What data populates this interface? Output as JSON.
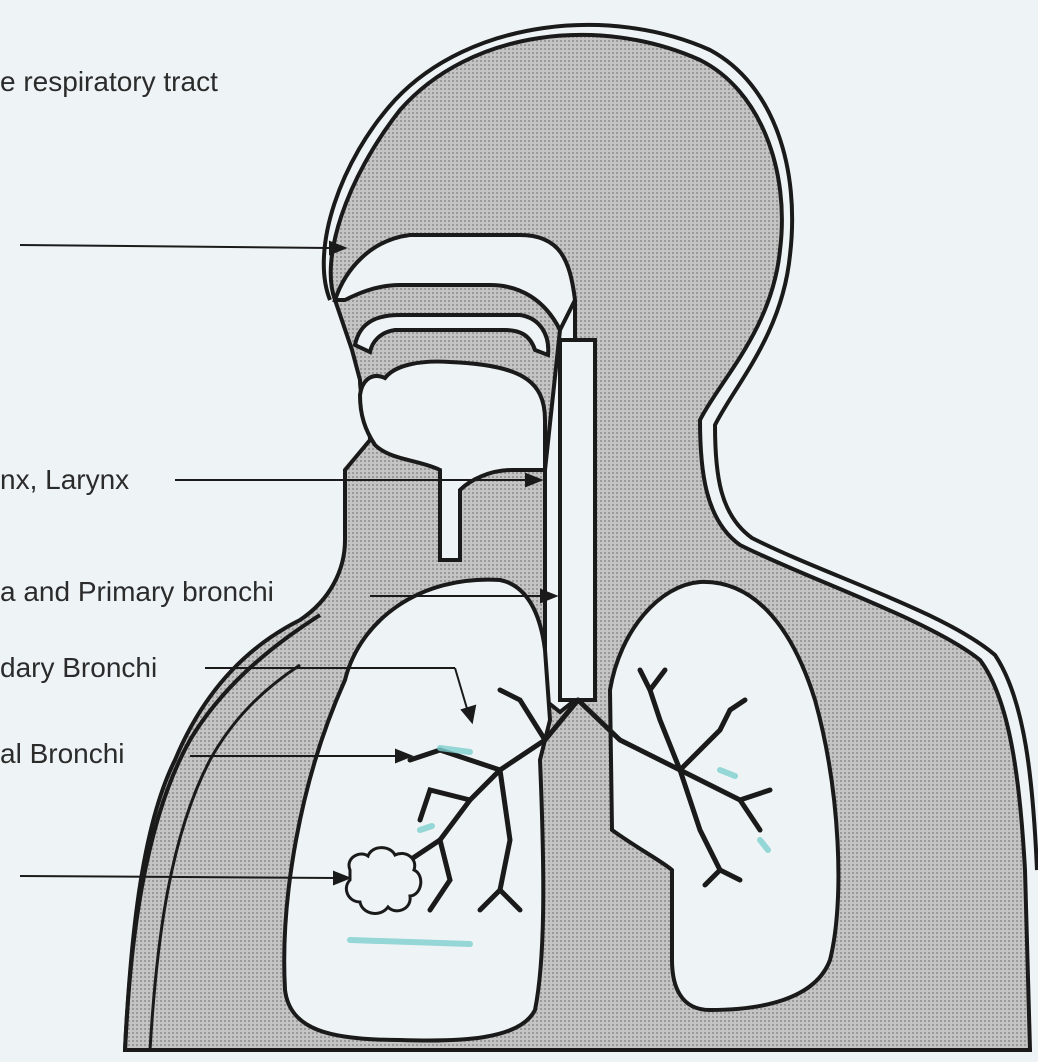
{
  "diagram": {
    "title": "e respiratory tract",
    "labels": {
      "pharynx_larynx": "nx, Larynx",
      "trachea_primary": "a and Primary bronchi",
      "secondary": "dary Bronchi",
      "tertiary": "al Bronchi"
    }
  },
  "colors": {
    "background": "#eef3f5",
    "outline": "#1a1a1a",
    "shade": "#b9b9b9",
    "highlight": "#7fd0d0"
  }
}
